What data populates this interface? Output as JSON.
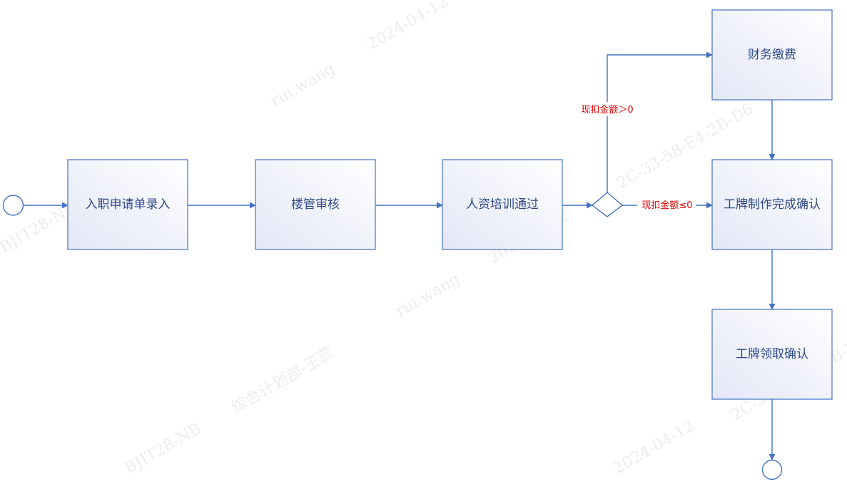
{
  "diagram": {
    "nodes": {
      "entry": "入职申请单录入",
      "dorm_review": "楼管审核",
      "hr_training": "人资培训通过",
      "finance_payment": "财务缴费",
      "badge_made": "工牌制作完成确认",
      "badge_collect": "工牌领取确认"
    },
    "edge_labels": {
      "amount_positive": "现扣金额＞0",
      "amount_nonpositive": "现扣金额≤0"
    },
    "watermark": {
      "dept_user": "综合计划部-王蕊",
      "user": "rui.wang",
      "host": "BJIT28-NB",
      "date": "2024-04-12",
      "mac": "2C-33-58-E4-2B-D6"
    },
    "colors": {
      "stroke": "#4472c4",
      "node_text": "#2f4a8a",
      "condition_text": "#e00000",
      "node_fill_light": "#ffffff",
      "node_fill_dark": "#e3e7f6"
    }
  }
}
